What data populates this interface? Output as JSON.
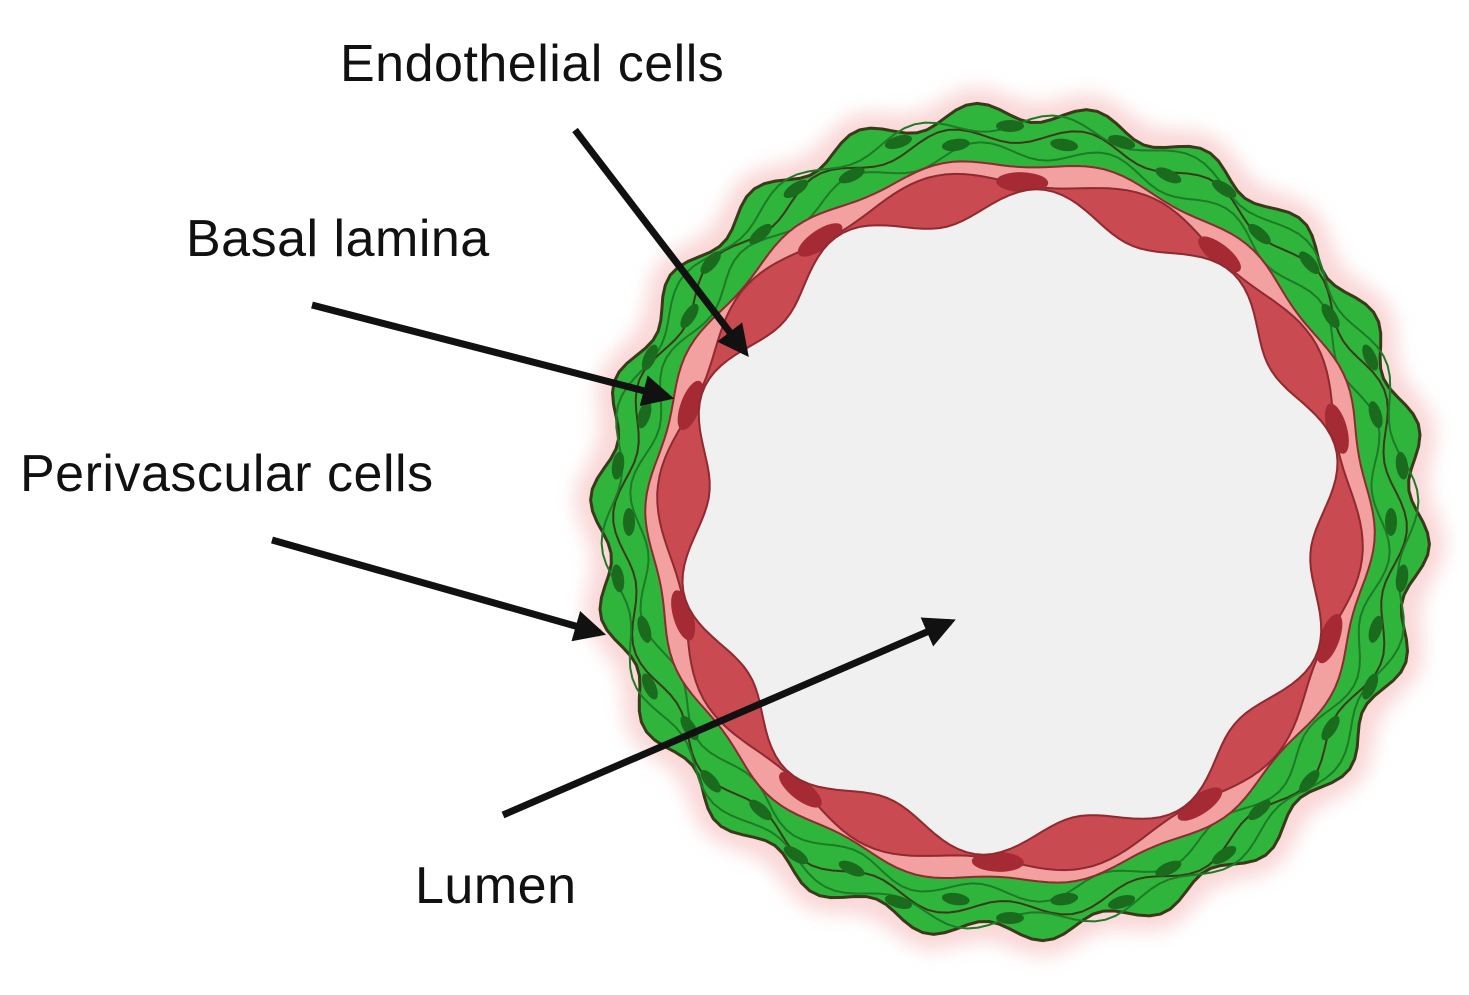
{
  "labels": {
    "endothelial": "Endothelial cells",
    "basal_lamina": "Basal lamina",
    "perivascular": "Perivascular cells",
    "lumen": "Lumen"
  },
  "colors": {
    "background": "#ffffff",
    "lumen_fill": "#f0f0f0",
    "endothelium": "#c94a50",
    "endothelium_dark": "#8e2a30",
    "endothelial_nucleus": "#a62a34",
    "basal_lamina": "#f3a0a0",
    "perivascular": "#2fb53b",
    "perivascular_dark": "#1f7a27",
    "perivascular_nucleus": "#1b6b1f",
    "outline": "#3a3a1a",
    "arrow": "#111111",
    "glow": "#f8caca"
  }
}
